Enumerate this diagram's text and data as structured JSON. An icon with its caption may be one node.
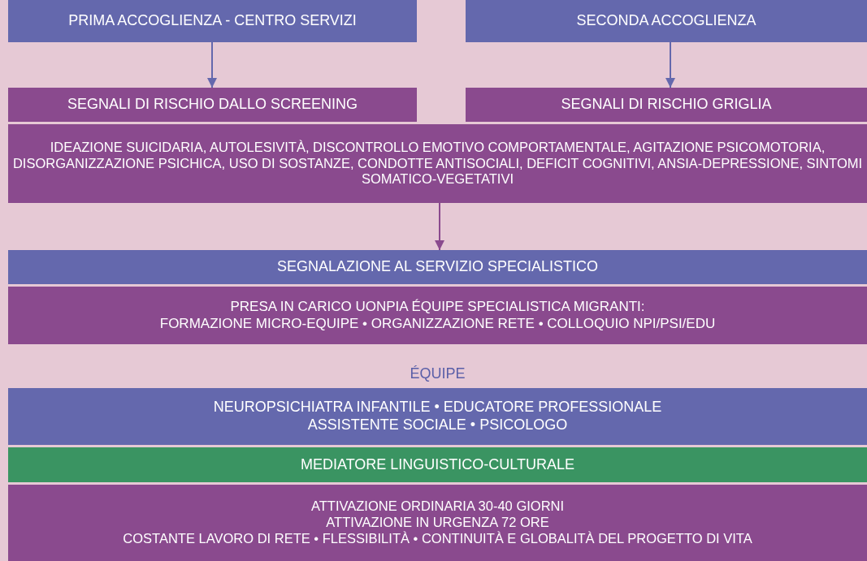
{
  "diagram": {
    "nodes": [
      {
        "text": [
          "PRIMA ACCOGLIENZA - CENTRO SERVIZI"
        ]
      },
      {
        "text": [
          "SECONDA ACCOGLIENZA"
        ]
      },
      {
        "text": [
          "SEGNALI DI RISCHIO DALLO SCREENING"
        ]
      },
      {
        "text": [
          "SEGNALI DI RISCHIO GRIGLIA"
        ]
      },
      {
        "text": [
          "IDEAZIONE SUICIDARIA, AUTOLESIVITÀ, DISCONTROLLO EMOTIVO COMPORTAMENTALE, AGITAZIONE PSICOMOTORIA, DISORGANIZZAZIONE PSICHICA, USO DI SOSTANZE, CONDOTTE ANTISOCIALI, DEFICIT COGNITIVI, ANSIA-DEPRESSIONE, SINTOMI SOMATICO-VEGETATIVI"
        ]
      },
      {
        "text": [
          "SEGNALAZIONE AL SERVIZIO SPECIALISTICO"
        ]
      },
      {
        "text": [
          "PRESA IN CARICO UONPIA ÉQUIPE SPECIALISTICA MIGRANTI:",
          "FORMAZIONE MICRO-EQUIPE • ORGANIZZAZIONE RETE • COLLOQUIO NPI/PSI/EDU"
        ]
      },
      {
        "text": [
          "ÉQUIPE",
          "NEUROPSICHIATRA INFANTILE • EDUCATORE PROFESSIONALE",
          "ASSISTENTE SOCIALE • PSICOLOGO"
        ]
      },
      {
        "text": [
          "MEDIATORE LINGUISTICO-CULTURALE"
        ]
      },
      {
        "text": [
          "ATTIVAZIONE ORDINARIA 30-40 GIORNI",
          "ATTIVAZIONE IN URGENZA 72 ORE",
          "COSTANTE LAVORO DI RETE • FLESSIBILITÀ • CONTINUITÀ E GLOBALITÀ DEL PROGETTO DI VITA"
        ]
      }
    ],
    "edges": [
      {
        "from": 0,
        "to": 2,
        "arrow": "to"
      },
      {
        "from": 1,
        "to": 3,
        "arrow": "to"
      },
      {
        "from": 4,
        "to": 5,
        "arrow": "to",
        "color": "#8a4a8e"
      }
    ]
  }
}
